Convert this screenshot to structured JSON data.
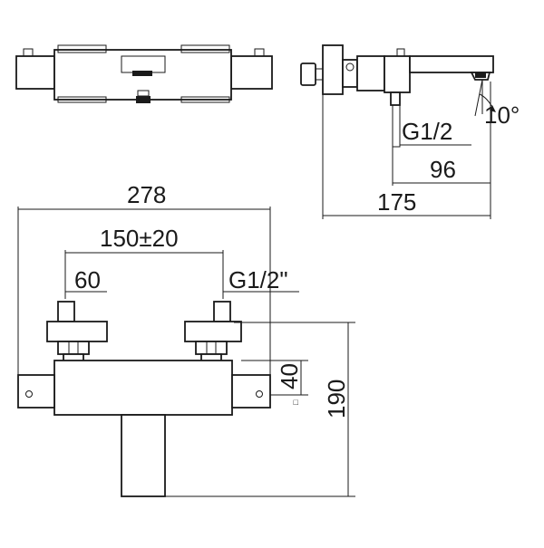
{
  "drawing": {
    "colors": {
      "line": "#1a1a1a",
      "background": "#ffffff"
    },
    "top_view": {
      "label": ""
    },
    "side_view": {
      "dim_thread": "G1/2",
      "dim_96": "96",
      "dim_175": "175",
      "dim_angle": "10°"
    },
    "front_view": {
      "dim_width": "278",
      "dim_spacing": "150±20",
      "dim_inlet": "60",
      "dim_thread": "G1/2\"",
      "dim_40": "40",
      "dim_190": "190",
      "square_symbols": [
        "□",
        "□",
        "□"
      ]
    }
  }
}
